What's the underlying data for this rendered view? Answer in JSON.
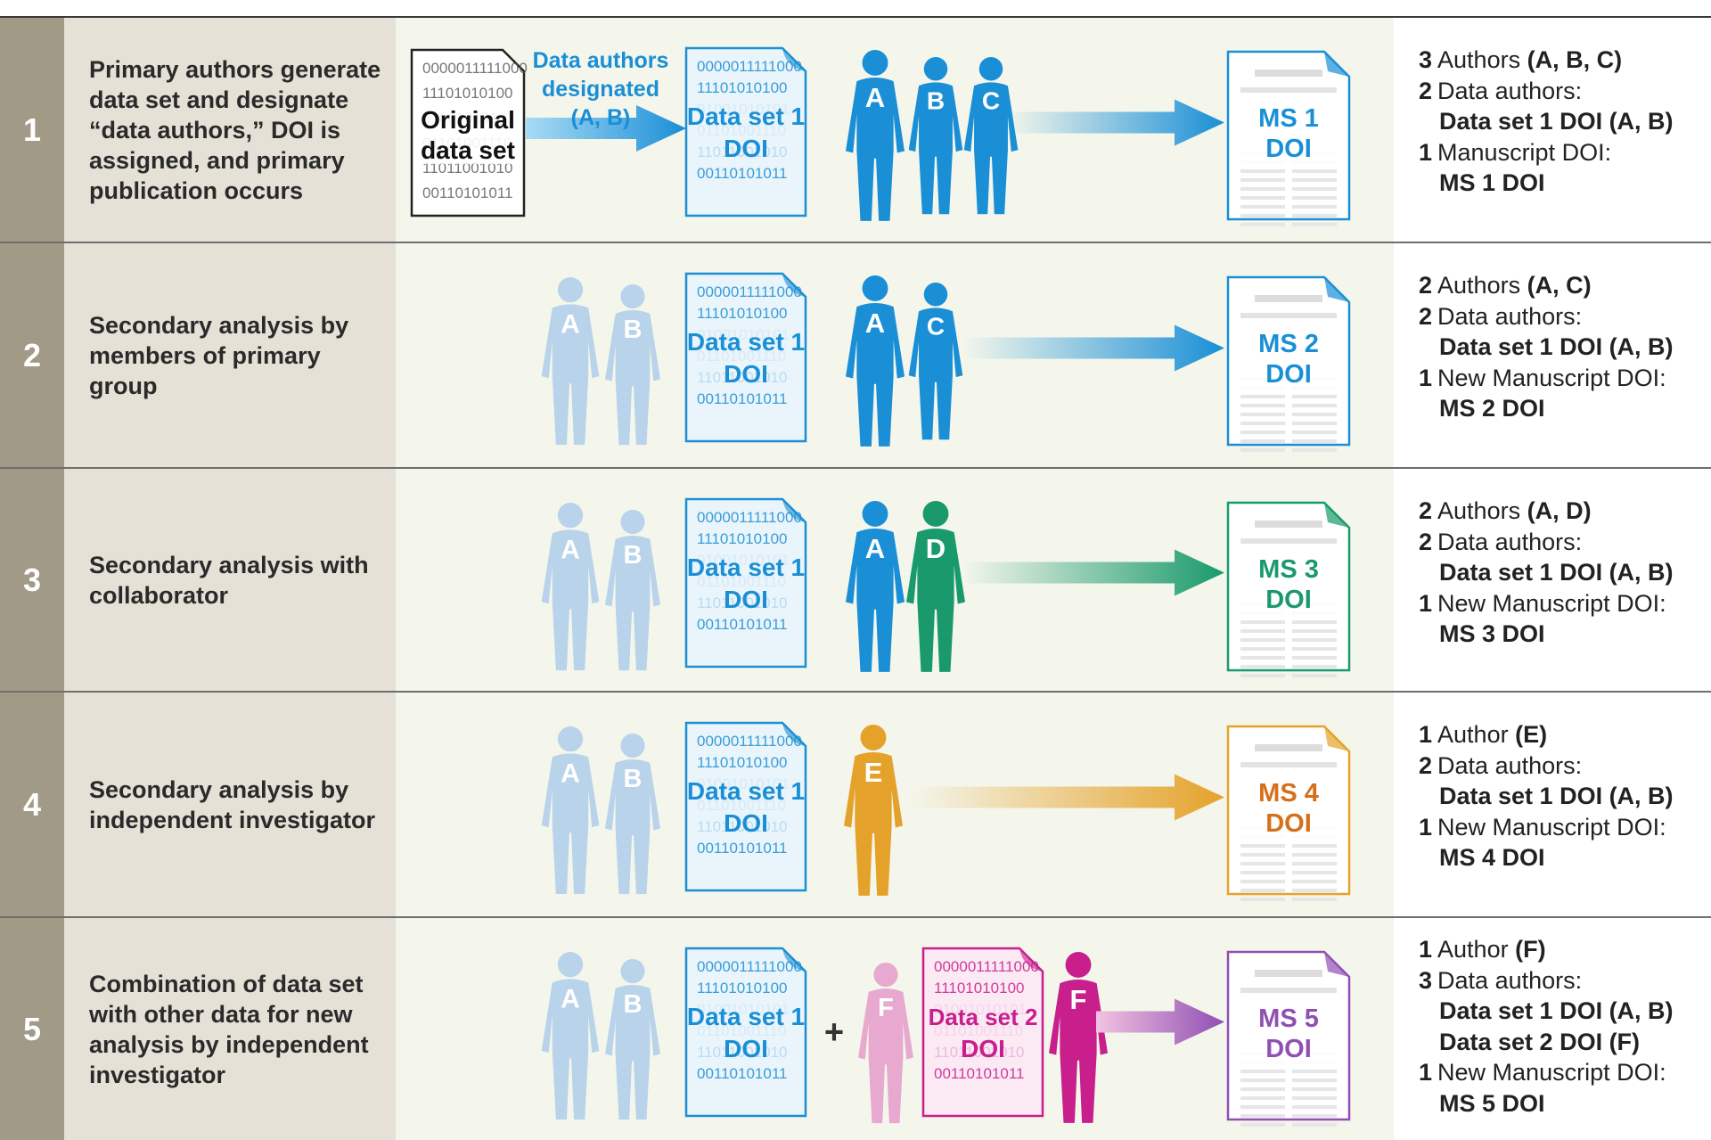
{
  "colors": {
    "blue": "#1a8fd6",
    "faded_blue": "#b8d3ea",
    "green": "#1a9a6c",
    "orange": "#e5a22a",
    "pink": "#e7a9cf",
    "magenta": "#c81f8c",
    "purple": "#8f4fb3",
    "original": "#222222"
  },
  "rows": [
    {
      "num": "1",
      "description": "Primary authors generate data set and designate “data authors,” DOI is assigned, and primary publication occurs",
      "original_dataset": {
        "line1": "Original",
        "line2": "data set"
      },
      "arrow_label": {
        "line1": "Data authors",
        "line2": "designated",
        "line3": "(A, B)"
      },
      "dataset": {
        "line1": "Data set 1",
        "line2": "DOI"
      },
      "people": [
        "A",
        "B",
        "C"
      ],
      "ms": {
        "line1": "MS 1",
        "line2": "DOI"
      },
      "summary": [
        {
          "n": "3",
          "text": "Authors",
          "bold": "(A, B, C)"
        },
        {
          "n": "2",
          "text": "Data authors:"
        },
        {
          "indent": "Data set 1 DOI (A, B)"
        },
        {
          "n": "1",
          "text": "Manuscript DOI:"
        },
        {
          "indent": "MS 1 DOI"
        }
      ]
    },
    {
      "num": "2",
      "description": "Secondary analysis by members of primary group",
      "faded_people": [
        "A",
        "B"
      ],
      "dataset": {
        "line1": "Data set 1",
        "line2": "DOI"
      },
      "people": [
        "A",
        "C"
      ],
      "ms": {
        "line1": "MS 2",
        "line2": "DOI"
      },
      "summary": [
        {
          "n": "2",
          "text": "Authors",
          "bold": "(A, C)"
        },
        {
          "n": "2",
          "text": "Data authors:"
        },
        {
          "indent": "Data set 1 DOI (A, B)"
        },
        {
          "n": "1",
          "text": "New Manuscript DOI:"
        },
        {
          "indent": "MS 2 DOI"
        }
      ]
    },
    {
      "num": "3",
      "description": "Secondary analysis with collaborator",
      "faded_people": [
        "A",
        "B"
      ],
      "dataset": {
        "line1": "Data set 1",
        "line2": "DOI"
      },
      "people": [
        "A",
        "D"
      ],
      "ms": {
        "line1": "MS 3",
        "line2": "DOI"
      },
      "summary": [
        {
          "n": "2",
          "text": "Authors",
          "bold": "(A, D)"
        },
        {
          "n": "2",
          "text": "Data authors:"
        },
        {
          "indent": "Data set 1 DOI (A, B)"
        },
        {
          "n": "1",
          "text": "New Manuscript DOI:"
        },
        {
          "indent": "MS 3 DOI"
        }
      ]
    },
    {
      "num": "4",
      "description": "Secondary analysis by independent investigator",
      "faded_people": [
        "A",
        "B"
      ],
      "dataset": {
        "line1": "Data set 1",
        "line2": "DOI"
      },
      "people": [
        "E"
      ],
      "ms": {
        "line1": "MS 4",
        "line2": "DOI"
      },
      "summary": [
        {
          "n": "1",
          "text": "Author",
          "bold": "(E)"
        },
        {
          "n": "2",
          "text": "Data authors:"
        },
        {
          "indent": "Data set 1 DOI (A, B)"
        },
        {
          "n": "1",
          "text": "New Manuscript DOI:"
        },
        {
          "indent": "MS 4 DOI"
        }
      ]
    },
    {
      "num": "5",
      "description": "Combination of data set with other data for new analysis by independent investigator",
      "faded_people": [
        "A",
        "B"
      ],
      "dataset": {
        "line1": "Data set 1",
        "line2": "DOI"
      },
      "plus": "+",
      "faded_person": "F",
      "dataset2": {
        "line1": "Data set 2",
        "line2": "DOI"
      },
      "people": [
        "F"
      ],
      "ms": {
        "line1": "MS 5",
        "line2": "DOI"
      },
      "summary": [
        {
          "n": "1",
          "text": "Author",
          "bold": "(F)"
        },
        {
          "n": "3",
          "text": "Data authors:"
        },
        {
          "indent": "Data set 1 DOI (A, B)"
        },
        {
          "indent": "Data set 2 DOI (F)"
        },
        {
          "n": "1",
          "text": "New Manuscript DOI:"
        },
        {
          "indent": "MS 5 DOI"
        }
      ]
    }
  ],
  "binary_lines": [
    "0000011111000",
    "11101010100",
    "01001010101",
    "01101001110",
    "11011001010",
    "00110101011"
  ]
}
